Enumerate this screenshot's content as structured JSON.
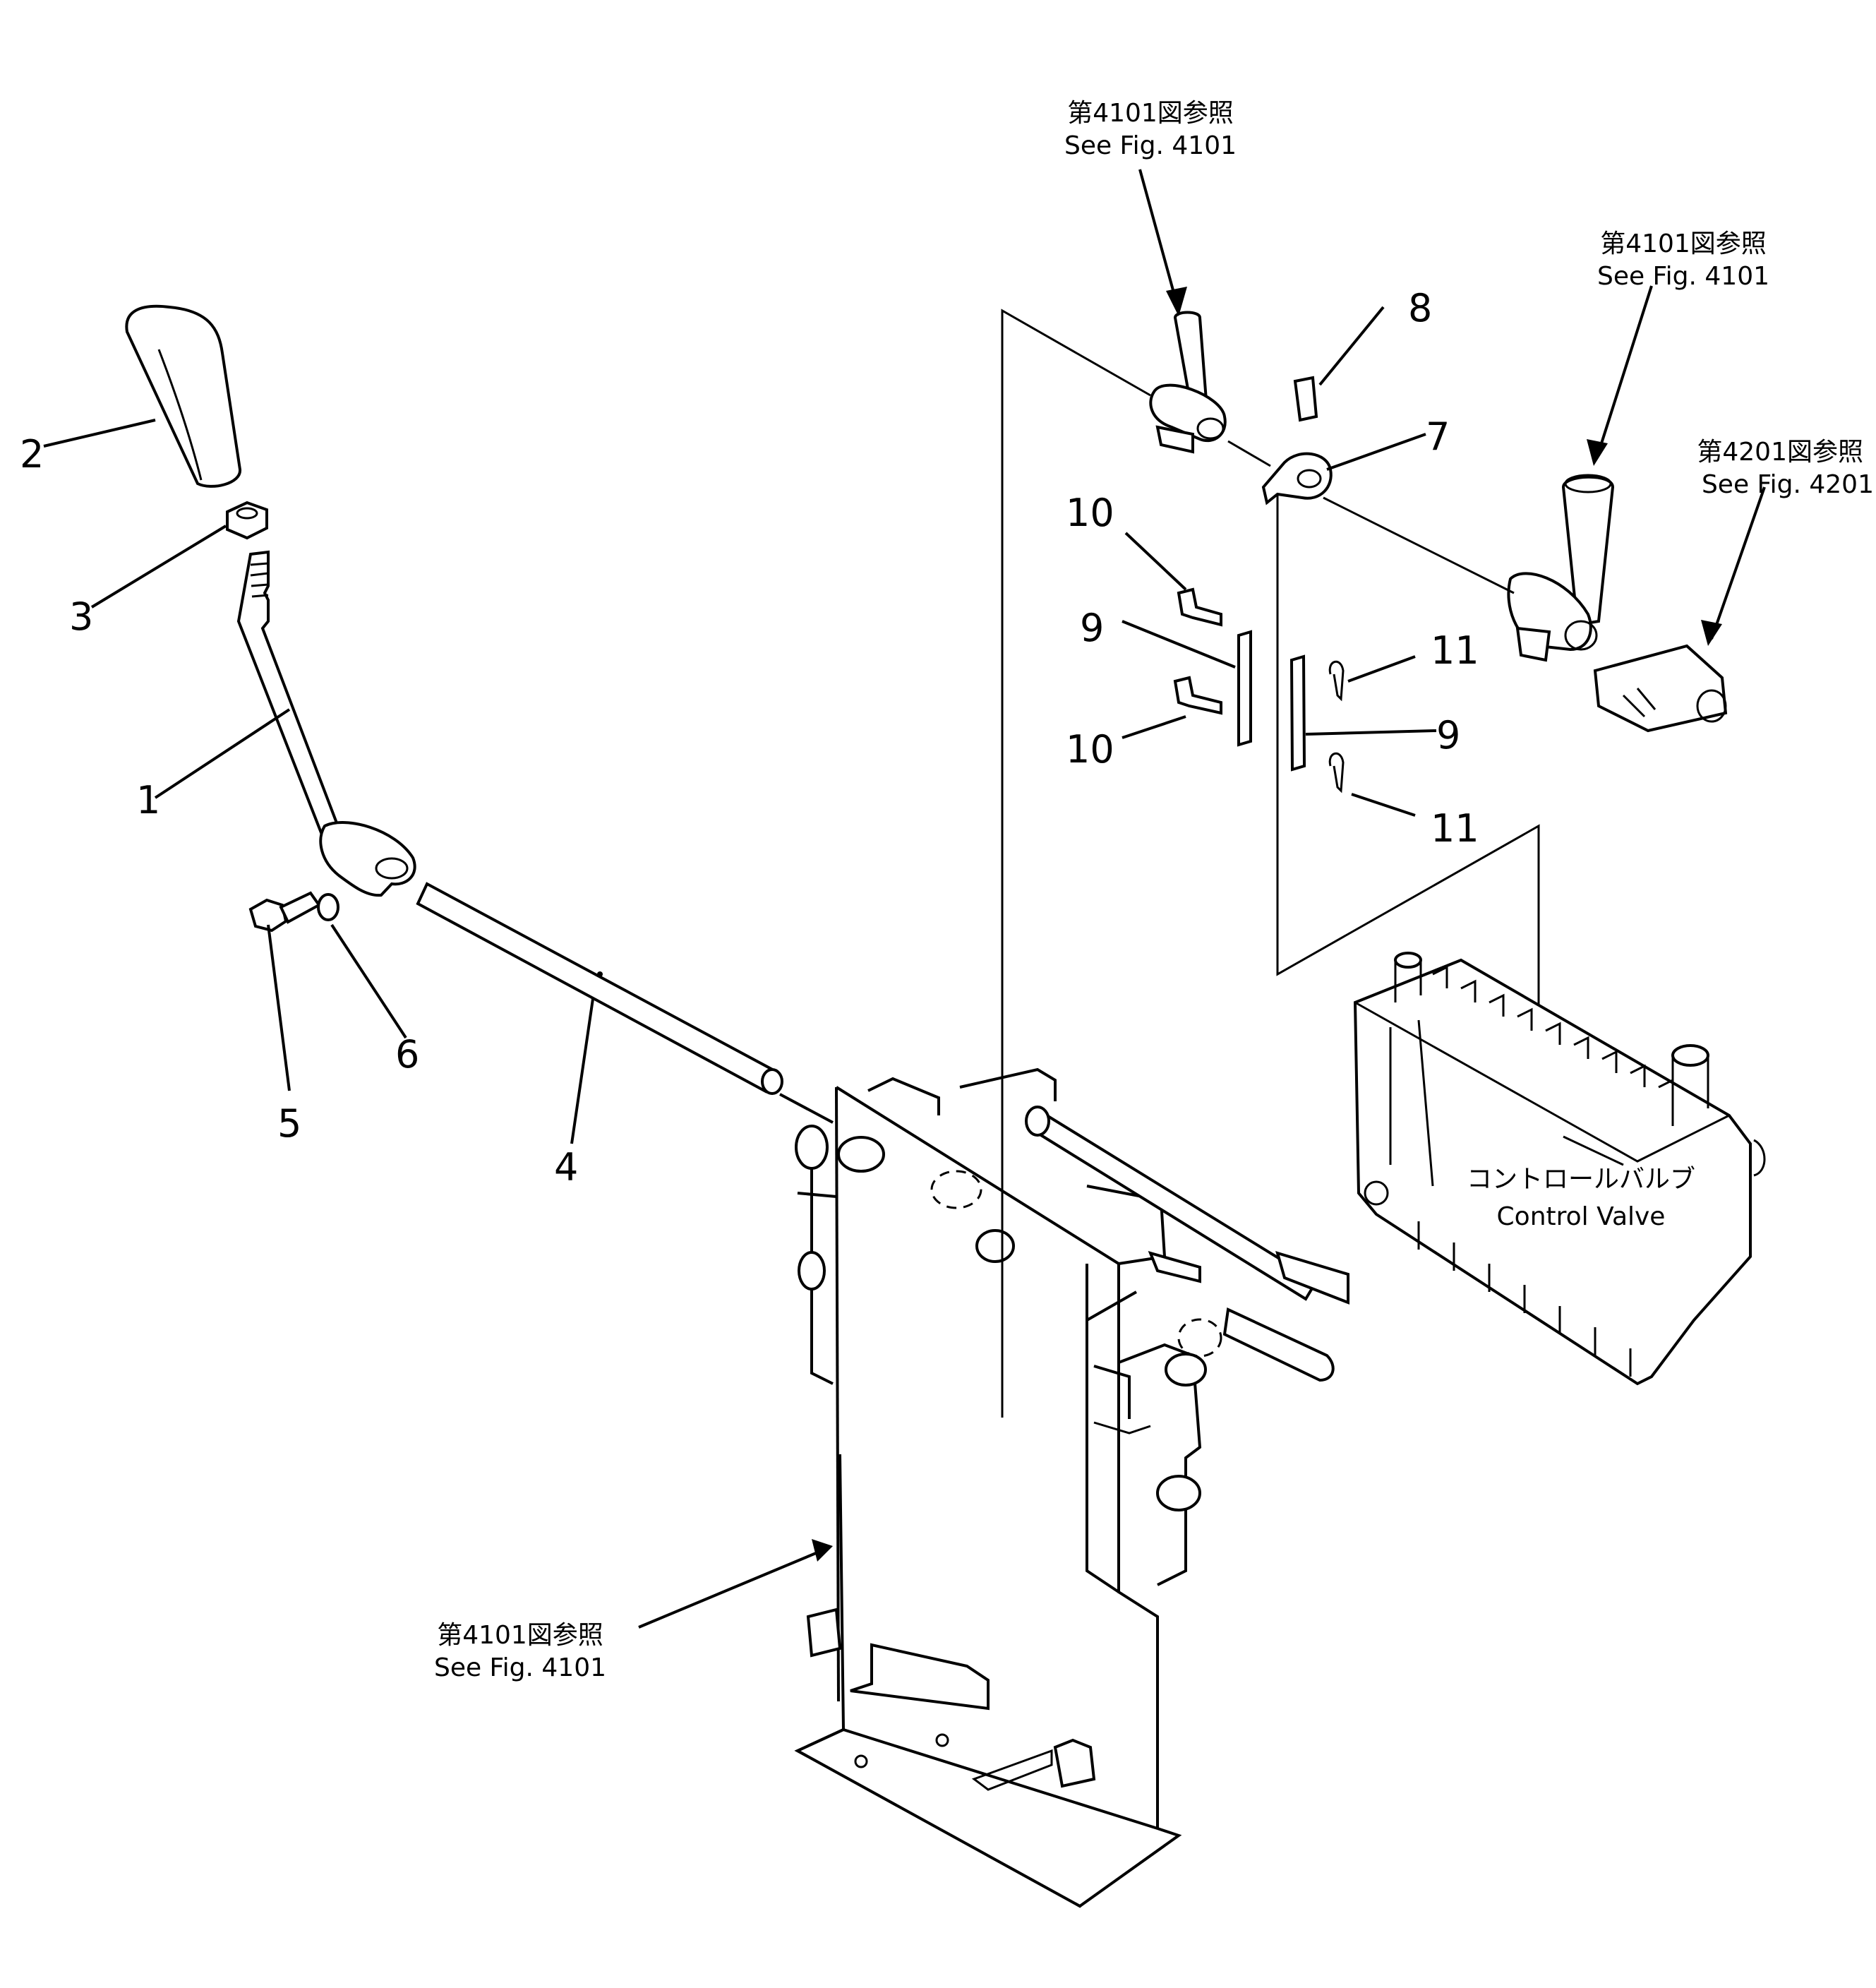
{
  "callouts": [
    "1",
    "2",
    "3",
    "4",
    "5",
    "6",
    "7",
    "8",
    "9",
    "9",
    "10",
    "10",
    "11",
    "11"
  ],
  "references": {
    "top_center": {
      "jp": "第4101図参照",
      "en": "See Fig. 4101"
    },
    "top_right": {
      "jp": "第4101図参照",
      "en": "See Fig. 4101"
    },
    "right_edge": {
      "jp": "第4201図参照",
      "en": "See Fig. 4201"
    },
    "bottom_left": {
      "jp": "第4101図参照",
      "en": "See Fig. 4101"
    }
  },
  "control_valve": {
    "jp": "コントロールバルブ",
    "en": "Control Valve"
  }
}
